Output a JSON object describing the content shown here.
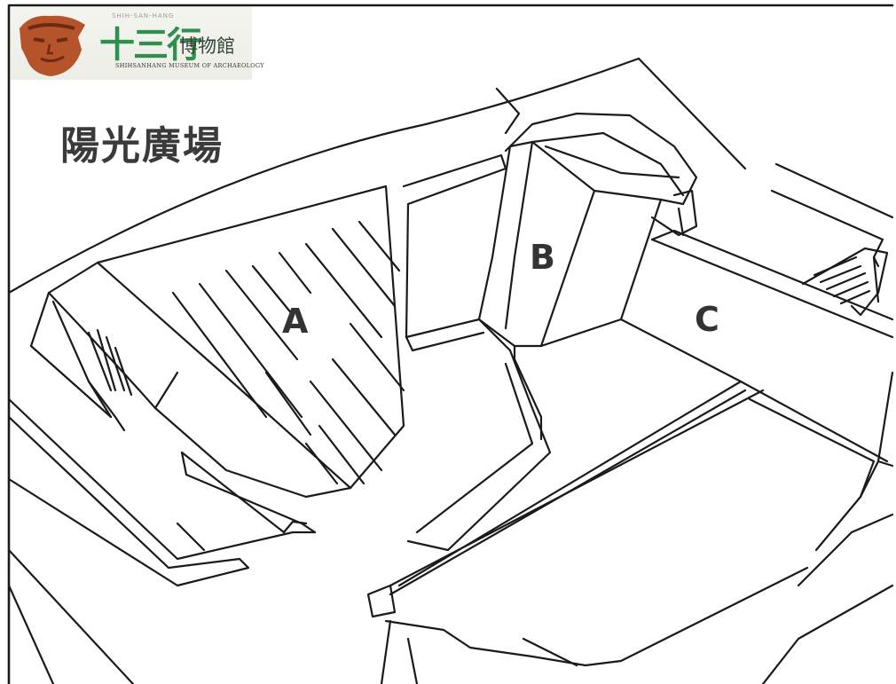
{
  "logo": {
    "name": "十三行",
    "museum": "博物館",
    "english": "SHIHSANHANG MUSEUM OF ARCHAEOLOGY",
    "top_line": "SHIH-SAN-HANG"
  },
  "title": "陽光廣場",
  "zones": {
    "a": "A",
    "b": "B",
    "c": "C"
  },
  "colors": {
    "line": "#1a1a1a",
    "background": "#ffffff",
    "logo_green": "#2f8f4e",
    "logo_mask": "#b5542b"
  }
}
